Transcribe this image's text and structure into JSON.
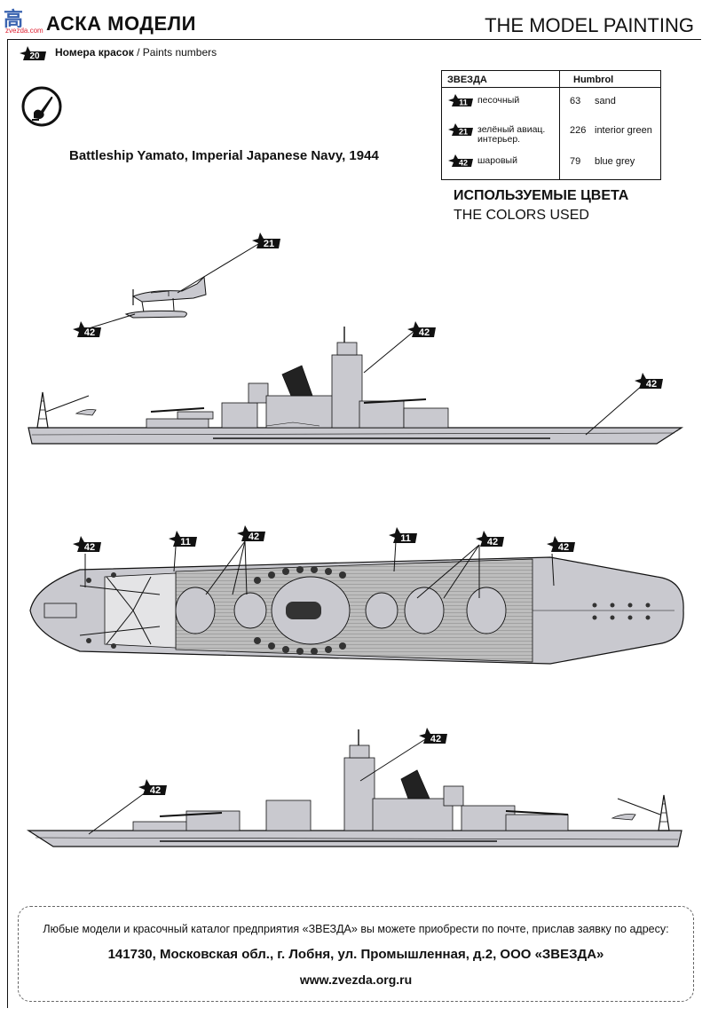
{
  "header": {
    "title_ru": "АСКА МОДЕЛИ",
    "title_en": "THE MODEL PAINTING",
    "logo_text": "高",
    "logo_sub": "zvezda.com"
  },
  "paints_line": {
    "badge": "20",
    "label_ru": "Номера красок",
    "sep": " / ",
    "label_en": "Paints numbers"
  },
  "ship_title": "Battleship Yamato, Imperial Japanese Navy, 1944",
  "legend": {
    "col_zvezda": "ЗВЕЗДА",
    "col_humbrol": "Humbrol",
    "rows": [
      {
        "badge": "11",
        "ru": "песочный",
        "humbrol": "63",
        "en": "sand"
      },
      {
        "badge": "21",
        "ru": "зелёный авиац. интерьер.",
        "humbrol": "226",
        "en": "interior green"
      },
      {
        "badge": "42",
        "ru": "шаровый",
        "humbrol": "79",
        "en": "blue grey"
      }
    ]
  },
  "colors_used": {
    "ru": "ИСПОЛЬЗУЕМЫЕ ЦВЕТА",
    "en": "THE COLORS USED"
  },
  "callouts": {
    "plane_top": "21",
    "plane_float": "42",
    "side1_bridge": "42",
    "side1_bow": "42",
    "top_stern": "42",
    "top_deck_aft": "11",
    "top_turrets_aft": "42",
    "top_deck_fwd": "11",
    "top_turrets_fwd": "42",
    "top_bow": "42",
    "side2_bridge": "42",
    "side2_bow": "42"
  },
  "colors": {
    "hull_grey": "#c9c9cf",
    "deck_wood": "#bdbdbd",
    "ink": "#111111"
  },
  "footer": {
    "line1": "Любые модели и красочный каталог предприятия «ЗВЕЗДА» вы можете приобрести по почте, прислав заявку по адресу:",
    "line2": "141730, Московская обл., г. Лобня, ул. Промышленная, д.2, ООО «ЗВЕЗДА»",
    "line3": "www.zvezda.org.ru"
  }
}
